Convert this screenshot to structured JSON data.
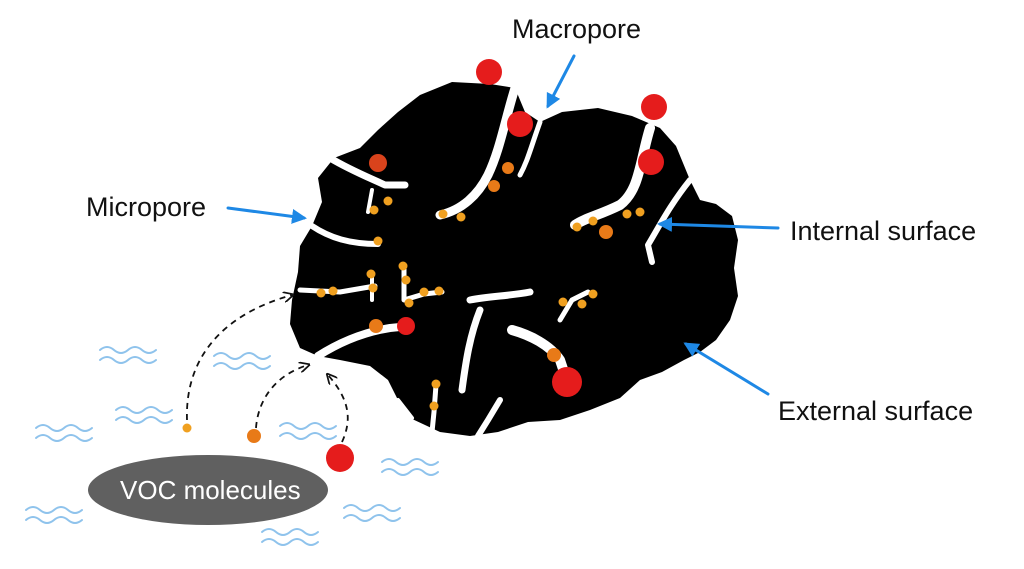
{
  "labels": {
    "macropore": "Macropore",
    "micropore": "Micropore",
    "internal_surface": "Internal surface",
    "external_surface": "External surface",
    "voc_molecules": "VOC molecules"
  },
  "colors": {
    "particle": "#000000",
    "arrow": "#1e88e5",
    "large_molecule": "#e51c1c",
    "medium_molecule": "#e87a18",
    "small_molecule": "#f0a020",
    "ellipse": "#606060",
    "waves": "#8fc3ec"
  },
  "icons": [
    "wave-icon",
    "arrow-icon",
    "molecule-icon"
  ]
}
